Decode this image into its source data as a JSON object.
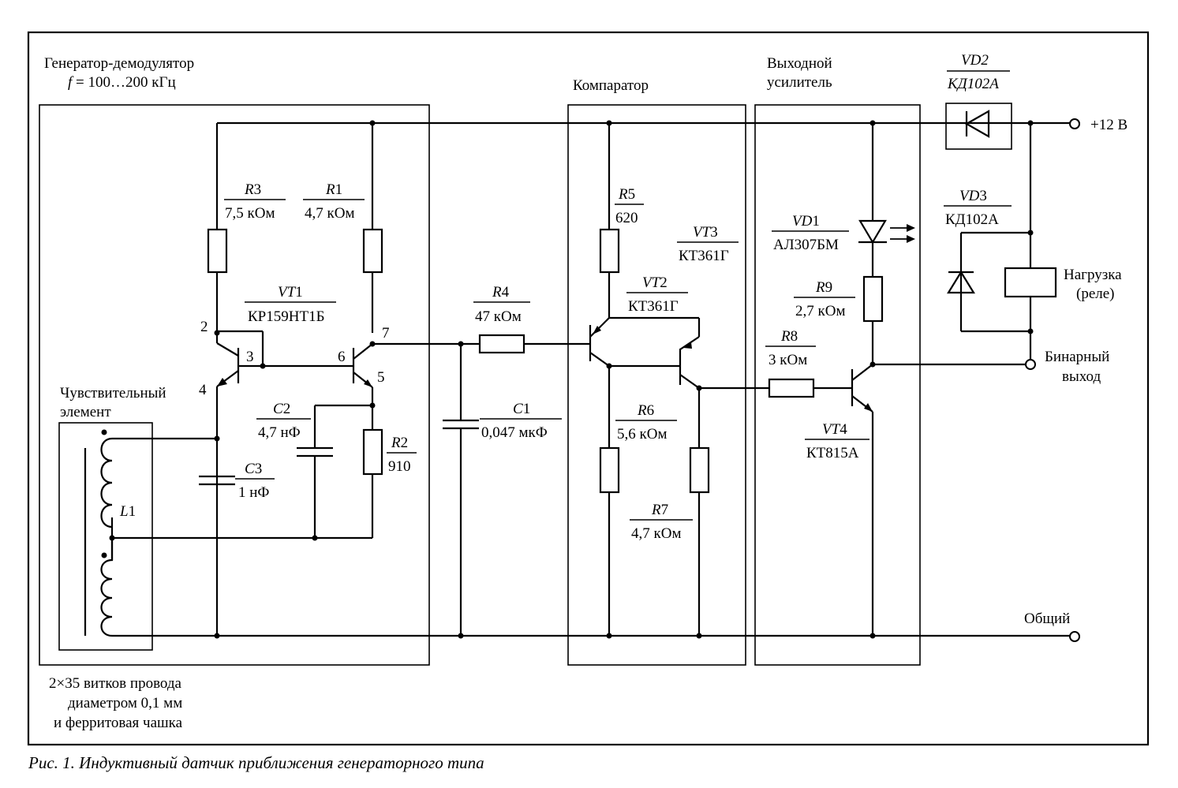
{
  "blocks": {
    "generator_title": "Генератор-демодулятор",
    "generator_freq_f": "f",
    "generator_freq_value": " = 100…200 кГц",
    "comparator_title": "Компаратор",
    "output_amp_line1": "Выходной",
    "output_amp_line2": "усилитель"
  },
  "sensor": {
    "label_line1": "Чувствительный",
    "label_line2": "элемент",
    "coil_name": "L",
    "coil_index": "1",
    "winding_line1": "2×35 витков провода",
    "winding_line2": "диаметром 0,1 мм",
    "winding_line3": "и ферритовая чашка"
  },
  "components": {
    "R1": {
      "name": "R",
      "index": "1",
      "value": "4,7 кОм"
    },
    "R2": {
      "name": "R",
      "index": "2",
      "value": "910"
    },
    "R3": {
      "name": "R",
      "index": "3",
      "value": "7,5 кОм"
    },
    "R4": {
      "name": "R",
      "index": "4",
      "value": "47 кОм"
    },
    "R5": {
      "name": "R",
      "index": "5",
      "value": "620"
    },
    "R6": {
      "name": "R",
      "index": "6",
      "value": "5,6 кОм"
    },
    "R7": {
      "name": "R",
      "index": "7",
      "value": "4,7 кОм"
    },
    "R8": {
      "name": "R",
      "index": "8",
      "value": "3 кОм"
    },
    "R9": {
      "name": "R",
      "index": "9",
      "value": "2,7 кОм"
    },
    "C1": {
      "name": "C",
      "index": "1",
      "value": "0,047 мкФ"
    },
    "C2": {
      "name": "C",
      "index": "2",
      "value": "4,7 нФ"
    },
    "C3": {
      "name": "C",
      "index": "3",
      "value": "1 нФ"
    },
    "VT1": {
      "name": "VT",
      "index": "1",
      "value": "КР159НТ1Б"
    },
    "VT2": {
      "name": "VT",
      "index": "2",
      "value": "КТ361Г"
    },
    "VT3": {
      "name": "VT",
      "index": "3",
      "value": "КТ361Г"
    },
    "VT4": {
      "name": "VT",
      "index": "4",
      "value": "КТ815А"
    },
    "VD1": {
      "name": "VD",
      "index": "1",
      "value": "АЛ307БМ"
    },
    "VD2": {
      "name": "VD",
      "index": "2",
      "value": "КД102А"
    },
    "VD3": {
      "name": "VD",
      "index": "3",
      "value": "КД102А"
    }
  },
  "pins": {
    "p2": "2",
    "p3": "3",
    "p4": "4",
    "p5": "5",
    "p6": "6",
    "p7": "7"
  },
  "terminals": {
    "power": "+12 В",
    "binary_line1": "Бинарный",
    "binary_line2": "выход",
    "common": "Общий"
  },
  "load": {
    "line1": "Нагрузка",
    "line2": "(реле)"
  },
  "caption": "Рис. 1. Индуктивный датчик приближения генераторного типа"
}
